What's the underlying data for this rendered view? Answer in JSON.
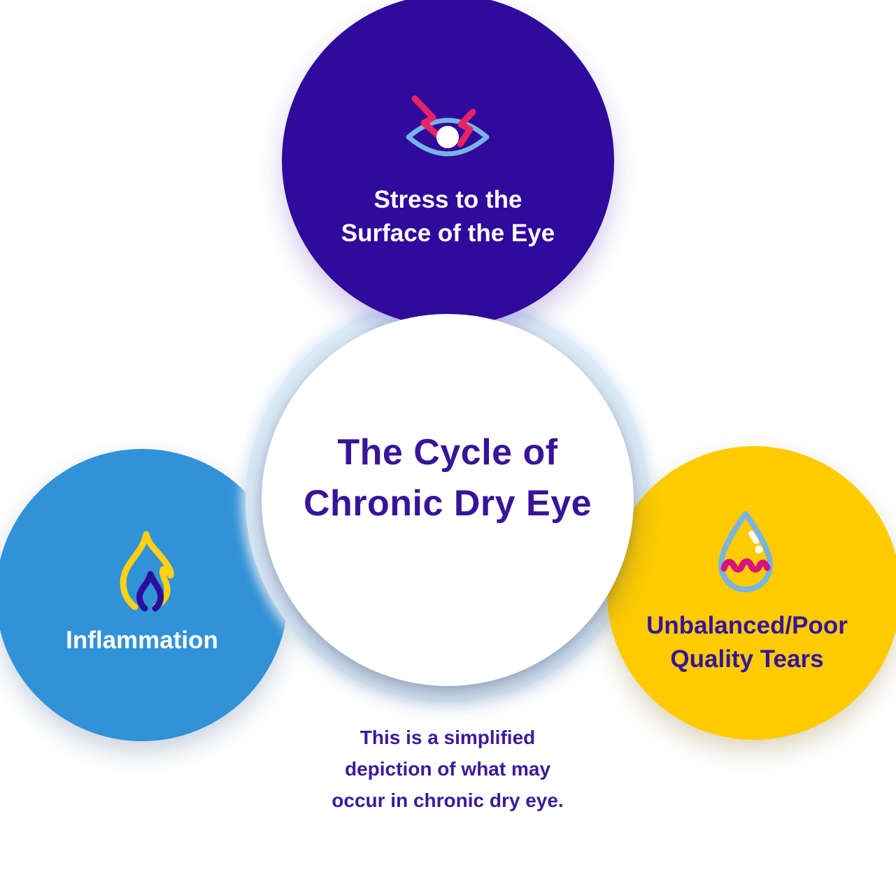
{
  "page": {
    "background": "#FFFFFF"
  },
  "colors": {
    "stress_circle": "#2F0A9C",
    "inflammation_circle": "#3192D7",
    "tears_circle": "#FDCB00",
    "halo_ring": "#DEEDF8",
    "center_circle": "#FFFFFF",
    "heading_purple": "#371499",
    "caption_purple": "#3B1B9B",
    "icon_light_blue": "#79B3E3",
    "icon_pink": "#E62465",
    "icon_magenta": "#D6137E",
    "icon_yellow": "#FFD014",
    "icon_indigo": "#2D0E9B",
    "label_white": "#FFFFFF"
  },
  "center": {
    "line1": "The Cycle of",
    "line2": "Chronic Dry Eye"
  },
  "nodes": {
    "stress": {
      "line1": "Stress to the",
      "line2": "Surface of the Eye",
      "icon": "irritated-eye-icon"
    },
    "inflammation": {
      "line1": "Inflammation",
      "icon": "flame-icon"
    },
    "tears": {
      "line1": "Unbalanced/Poor",
      "line2": "Quality Tears",
      "icon": "teardrop-icon"
    }
  },
  "caption": {
    "line1": "This is a simplified",
    "line2": "depiction of what may",
    "line3": "occur in chronic dry eye."
  }
}
